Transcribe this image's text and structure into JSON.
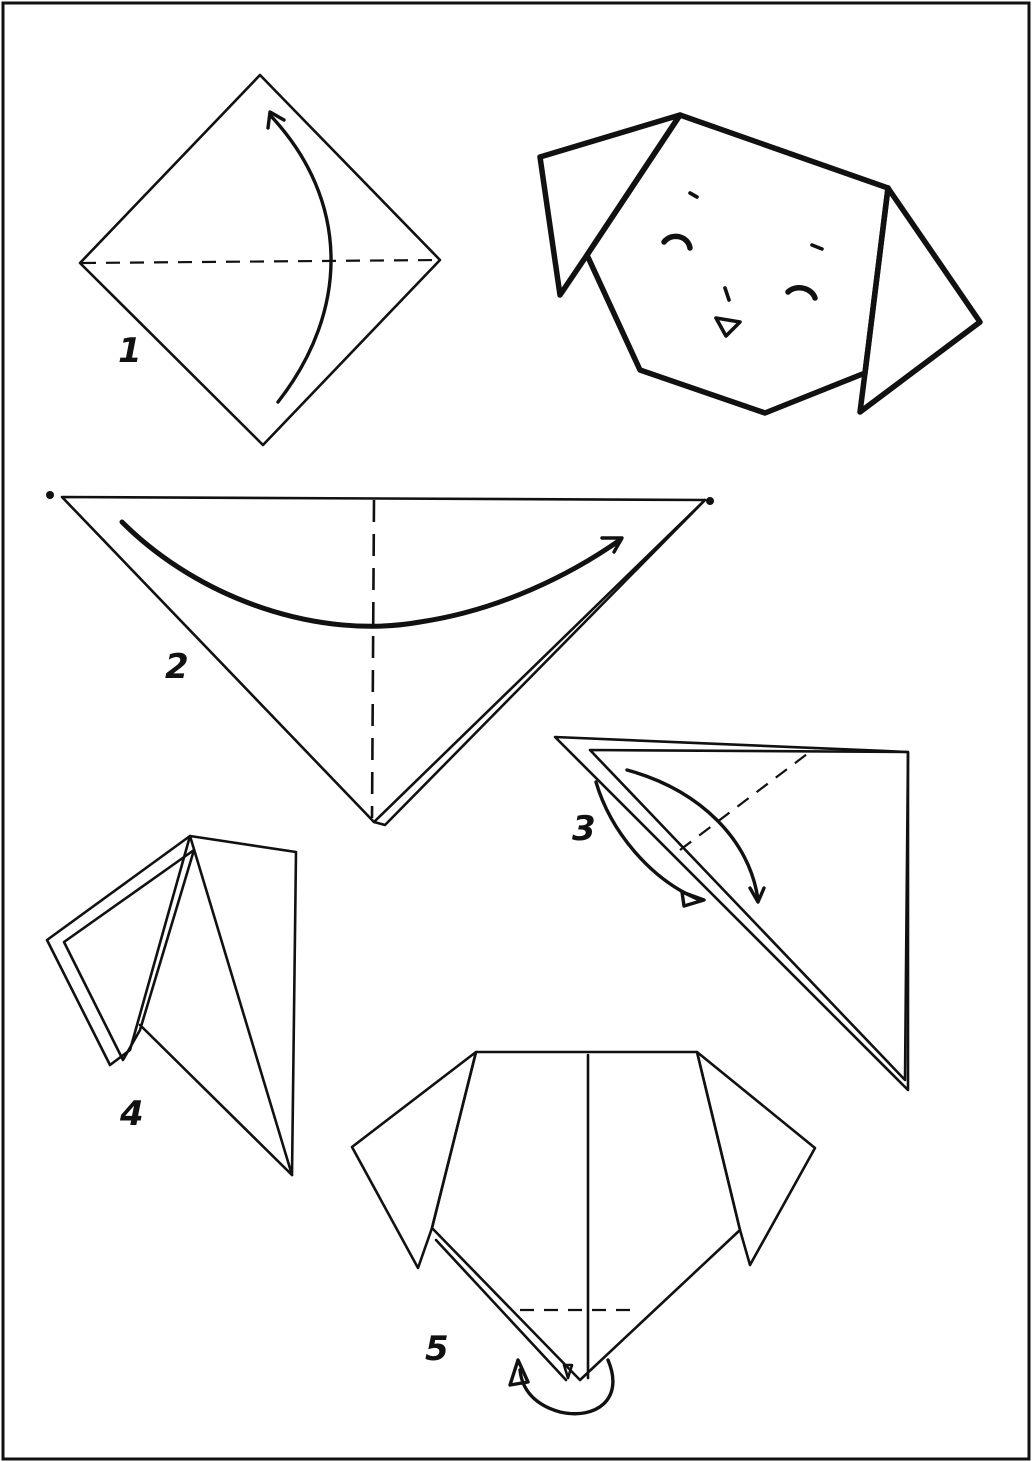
{
  "steps": [
    {
      "id": "1",
      "label": "1"
    },
    {
      "id": "2",
      "label": "2"
    },
    {
      "id": "3",
      "label": "3"
    },
    {
      "id": "4",
      "label": "4"
    },
    {
      "id": "5",
      "label": "5"
    }
  ],
  "colors": {
    "ink": "#111111",
    "paper": "#ffffff"
  }
}
